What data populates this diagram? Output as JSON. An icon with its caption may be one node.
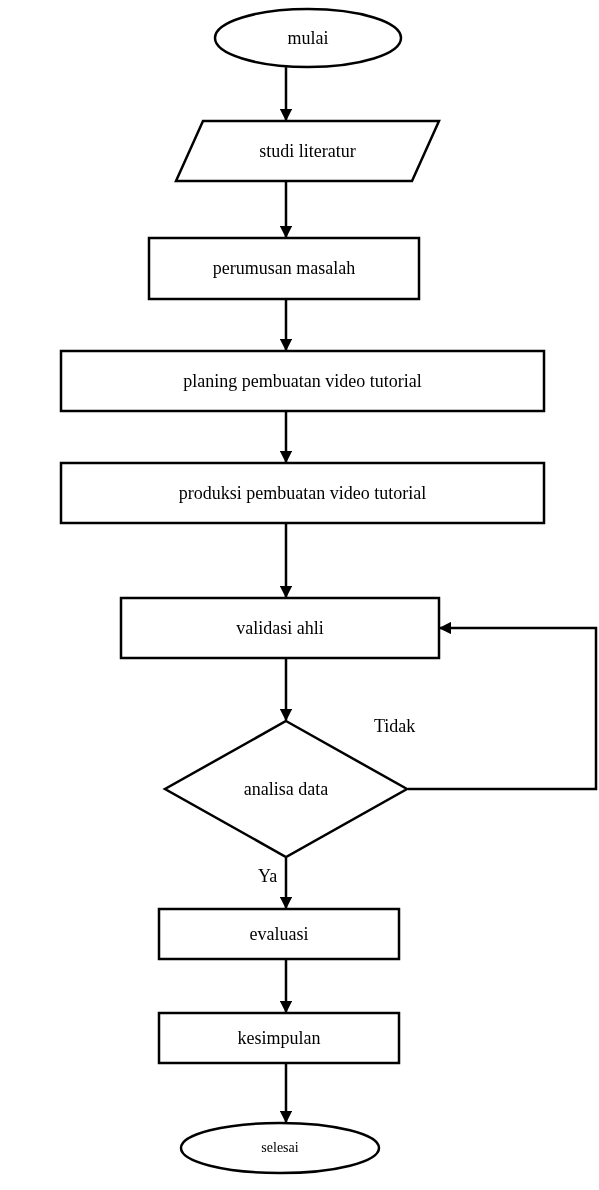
{
  "diagram": {
    "nodes": [
      {
        "text": [
          "mulai"
        ]
      },
      {
        "text": [
          "studi literatur"
        ]
      },
      {
        "text": [
          "perumusan masalah"
        ]
      },
      {
        "text": [
          "planing pembuatan video tutorial"
        ]
      },
      {
        "text": [
          "produksi pembuatan video tutorial"
        ]
      },
      {
        "text": [
          "validasi ahli"
        ]
      },
      {
        "text": [
          "analisa data"
        ]
      },
      {
        "text": [
          "evaluasi"
        ]
      },
      {
        "text": [
          "kesimpulan"
        ]
      },
      {
        "text": [
          "selesai"
        ]
      }
    ],
    "edges": [
      {
        "from": 0,
        "to": 1,
        "arrow": "to"
      },
      {
        "from": 1,
        "to": 2,
        "arrow": "to"
      },
      {
        "from": 2,
        "to": 3,
        "arrow": "to"
      },
      {
        "from": 3,
        "to": 4,
        "arrow": "to"
      },
      {
        "from": 4,
        "to": 5,
        "arrow": "to"
      },
      {
        "from": 5,
        "to": 6,
        "arrow": "to"
      },
      {
        "from": 6,
        "to": 7,
        "arrow": "to",
        "label": "Ya"
      },
      {
        "from": 7,
        "to": 8,
        "arrow": "to"
      },
      {
        "from": 8,
        "to": 9,
        "arrow": "to"
      },
      {
        "from": 6,
        "to": 5,
        "arrow": "to",
        "label": "Tidak"
      }
    ]
  }
}
